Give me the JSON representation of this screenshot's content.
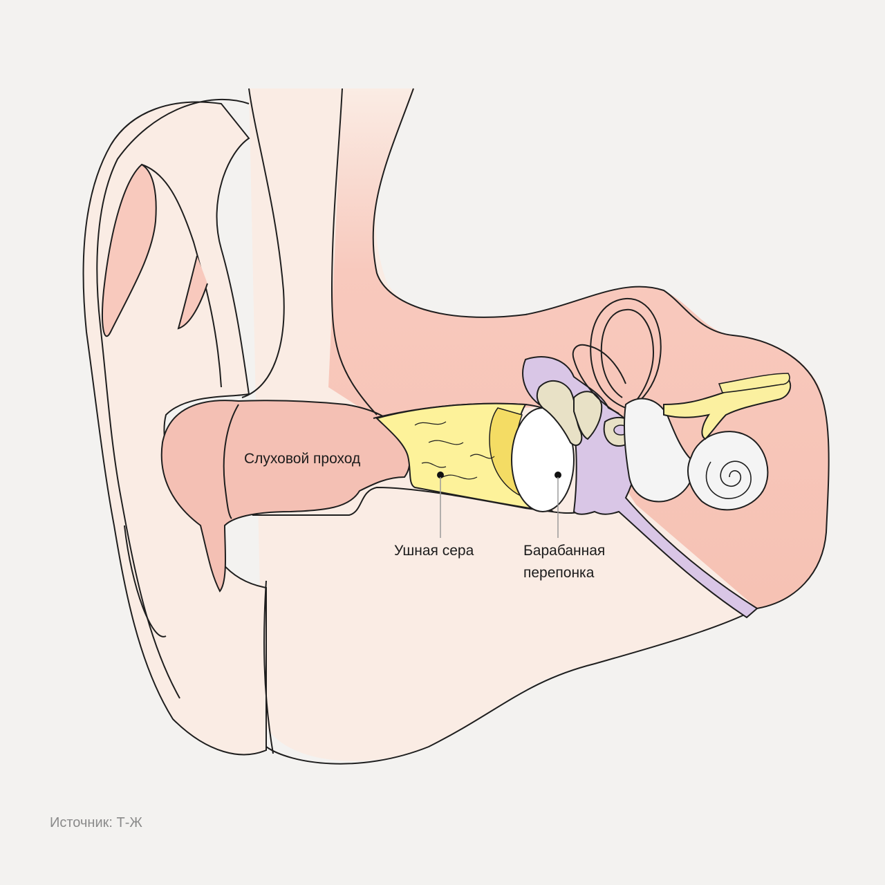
{
  "labels": {
    "ear_canal": "Слуховой проход",
    "earwax": "Ушная сера",
    "eardrum_line1": "Барабанная",
    "eardrum_line2": "перепонка"
  },
  "footer": {
    "source": "Источник: Т-Ж"
  },
  "colors": {
    "background": "#f3f2f0",
    "skin_light": "#faece4",
    "skin_pink": "#f8c9bd",
    "canal_pink": "#f4c0b4",
    "wax_yellow": "#fdf29a",
    "wax_dark": "#f4dc64",
    "bone_purple": "#d9c6e6",
    "ossicle_beige": "#e8e1c6",
    "labyrinth_white": "#f4f4f4",
    "nerve_yellow": "#fbf0a0",
    "outline": "#1e1e1e"
  }
}
